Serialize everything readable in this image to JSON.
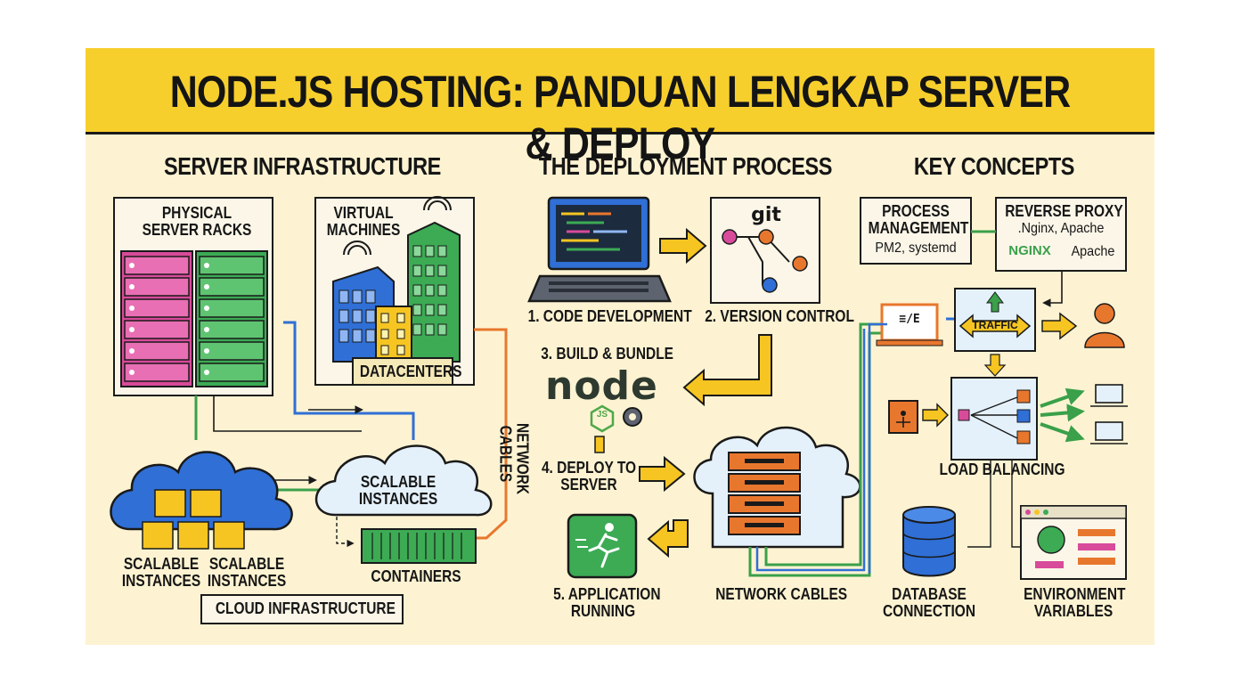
{
  "title": "NODE.JS HOSTING: PANDUAN LENGKAP SERVER & DEPLOY",
  "sections": {
    "infrastructure": "SERVER INFRASTRUCTURE",
    "deployment": "THE DEPLOYMENT PROCESS",
    "concepts": "KEY CONCEPTS"
  },
  "infrastructure": {
    "physical_racks": "PHYSICAL\nSERVER RACKS",
    "virtual_machines": "VIRTUAL\nMACHINES",
    "datacenters": "DATACENTERS",
    "scalable_instances_cloud": "SCALABLE\nINSTANCES",
    "scalable_instances_a": "SCALABLE\nINSTANCES",
    "scalable_instances_b": "SCALABLE\nINSTANCES",
    "containers": "CONTAINERS",
    "network_cables": "NETWORK\nCABLES",
    "cloud_infrastructure": "CLOUD INFRASTRUCTURE"
  },
  "deployment": {
    "step1": "1. CODE DEVELOPMENT",
    "step2": "2. VERSION CONTROL",
    "step3": "3. BUILD & BUNDLE",
    "step4": "4. DEPLOY TO\nSERVER",
    "step5": "5. APPLICATION\nRUNNING",
    "network_cables": "NETWORK CABLES",
    "git_logo": "git",
    "node_logo": "node",
    "js_badge": "JS"
  },
  "concepts": {
    "process_title": "PROCESS\nMANAGEMENT",
    "process_sub": "PM2, systemd",
    "proxy_title": "REVERSE PROXY",
    "proxy_sub": ".Nginx, Apache",
    "nginx_logo": "NGINX",
    "apache_logo": "Apache",
    "traffic": "TRAFFIC",
    "terminal_glyph": "≡/E",
    "load_balancing": "LOAD BALANCING",
    "database": "DATABASE\nCONNECTION",
    "env_vars": "ENVIRONMENT\nVARIABLES"
  },
  "colors": {
    "background": "#fdf3d2",
    "title_bar": "#f7cf2d",
    "arrow_yellow": "#f6c522",
    "server_orange": "#e8772e",
    "rack_pink": "#d84a9a",
    "rack_green": "#3cab54",
    "cloud_blue": "#2f6fd6",
    "node_green": "#4fa84a"
  }
}
